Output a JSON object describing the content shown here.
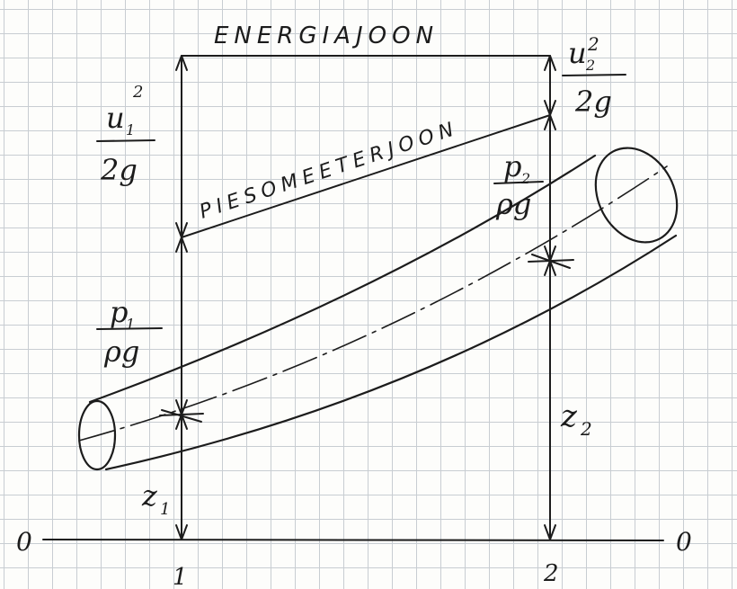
{
  "labels": {
    "energy_line": "ENERGIAJOON",
    "piezometric_line": "PIESOMEETERJOON",
    "datum_left": "0",
    "datum_right": "0",
    "section_1": "1",
    "section_2": "2"
  },
  "heads": {
    "velocity_1": {
      "numerator": "u",
      "subscript": "1",
      "superscript": "2",
      "denominator": "2g"
    },
    "velocity_2": {
      "numerator": "u",
      "subscript": "2",
      "superscript": "2",
      "denominator": "2g"
    },
    "pressure_1": {
      "numerator": "p",
      "subscript": "1",
      "denominator": "ρg"
    },
    "pressure_2": {
      "numerator": "p",
      "subscript": "2",
      "denominator": "ρg"
    },
    "elevation_1": {
      "symbol": "z",
      "subscript": "1"
    },
    "elevation_2": {
      "symbol": "z",
      "subscript": "2"
    }
  },
  "colors": {
    "ink": "#1c1c1c",
    "grid": "#c8cdd2",
    "paper": "#fdfdfb"
  }
}
